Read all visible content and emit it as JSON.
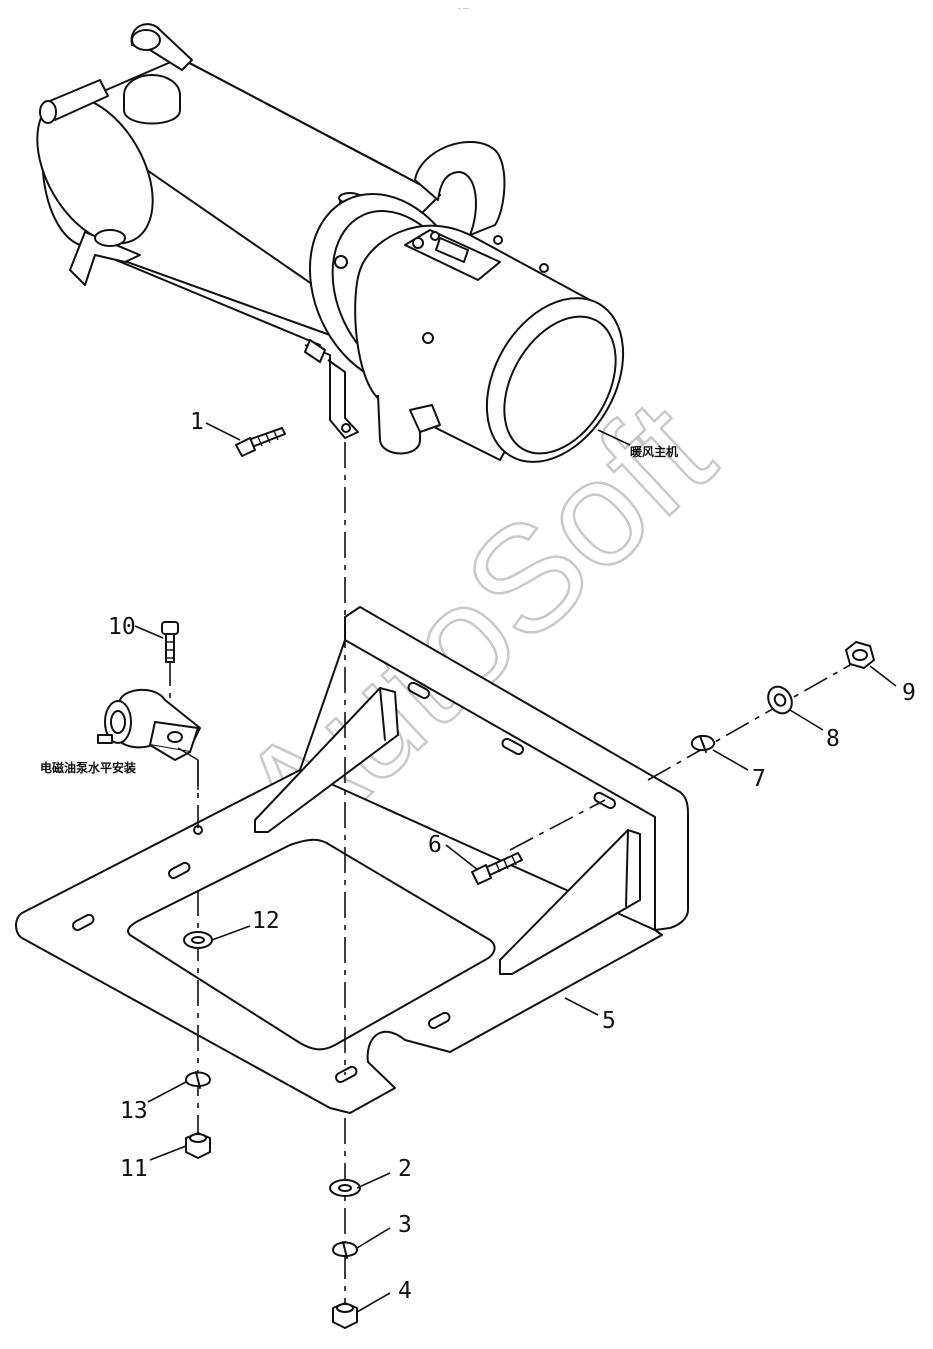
{
  "drawing": {
    "header_mark": "– —",
    "watermark": "AutoSoft",
    "heater_label": "暖风主机",
    "pump_label": "电磁油泵水平安装"
  },
  "callouts": [
    "1",
    "2",
    "3",
    "4",
    "5",
    "6",
    "7",
    "8",
    "9",
    "10",
    "11",
    "12",
    "13"
  ]
}
